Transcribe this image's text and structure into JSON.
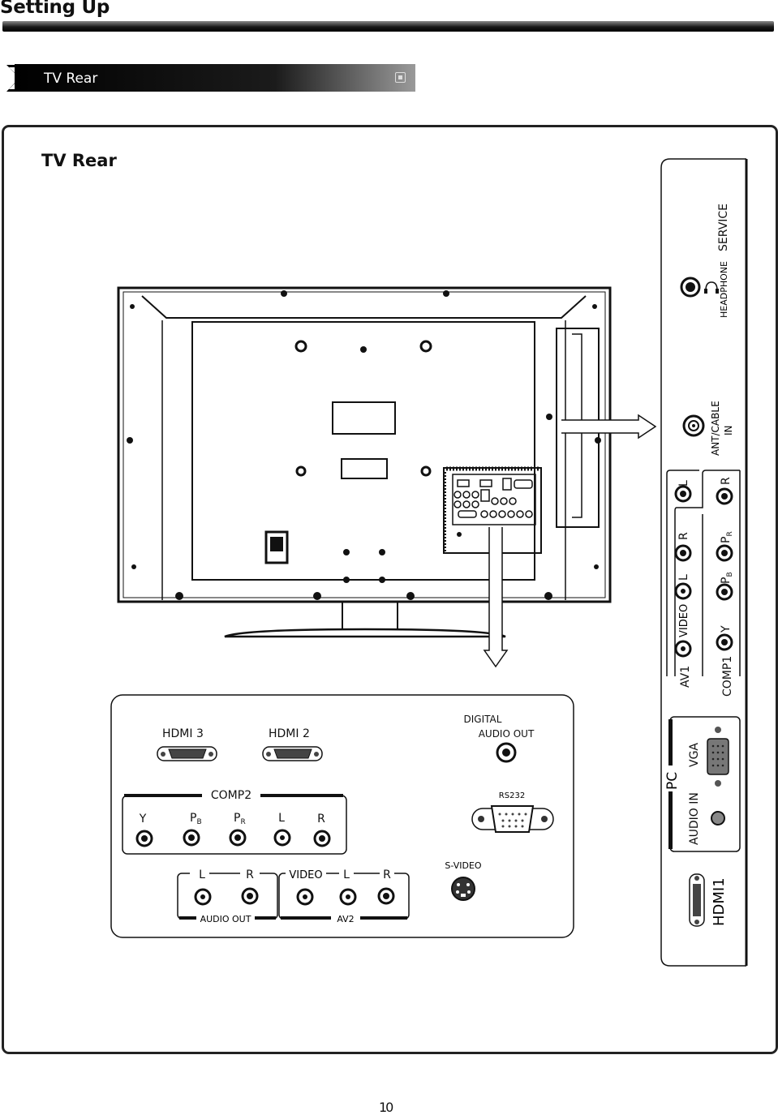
{
  "header": {
    "title": "Setting Up"
  },
  "section": {
    "label": "TV Rear"
  },
  "figure": {
    "title": "TV Rear",
    "bottom_panel": {
      "hdmi3": "HDMI 3",
      "hdmi2": "HDMI 2",
      "digital_audio_out_1": "DIGITAL",
      "digital_audio_out_2": "AUDIO OUT",
      "comp2": "COMP2",
      "comp2_y": "Y",
      "comp2_pb": "P",
      "comp2_pb_sub": "B",
      "comp2_pr": "P",
      "comp2_pr_sub": "R",
      "comp2_l": "L",
      "comp2_r": "R",
      "rs232": "RS232",
      "audio_out_l": "L",
      "audio_out_r": "R",
      "audio_out": "AUDIO OUT",
      "av2_video": "VIDEO",
      "av2_l": "L",
      "av2_r": "R",
      "av2": "AV2",
      "svideo": "S-VIDEO"
    },
    "side_panel": {
      "service": "SERVICE",
      "headphone": "HEADPHONE",
      "ant_cable": "ANT/CABLE",
      "ant_in": "IN",
      "av1": "AV1",
      "av1_video": "VIDEO",
      "av1_l": "L",
      "av1_r": "R",
      "comp1": "COMP1",
      "comp1_y": "Y",
      "comp1_pb": "P",
      "comp1_pb_sub": "B",
      "comp1_pr": "P",
      "comp1_pr_sub": "R",
      "comp1_r": "R",
      "pc": "PC",
      "audio_in": "AUDIO IN",
      "vga": "VGA",
      "hdmi1": "HDMI1"
    }
  },
  "footer": {
    "page_number": "10"
  }
}
